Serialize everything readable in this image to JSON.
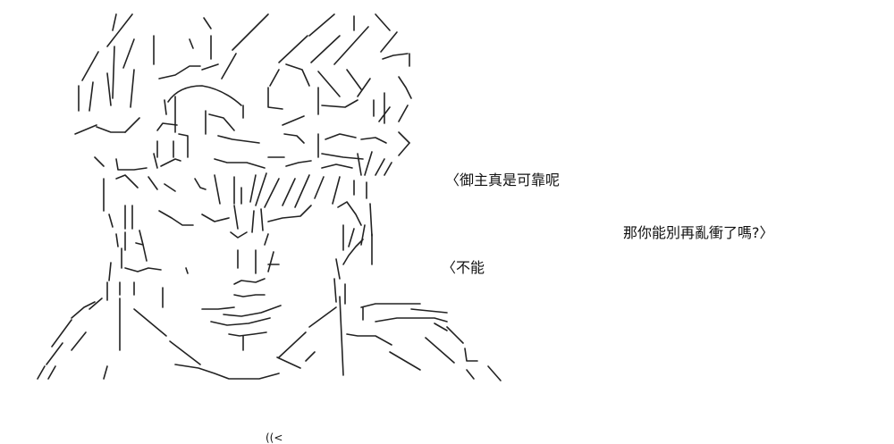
{
  "dialogue": {
    "line1": "〈御主真是可靠呢",
    "line2": "那你能別再亂衝了嗎?〉",
    "line3": "〈不能"
  },
  "art": {
    "figure": "ascii-art-face",
    "bottom_fragment": "((<"
  },
  "colors": {
    "background": "#ffffff",
    "ink": "#111111"
  }
}
